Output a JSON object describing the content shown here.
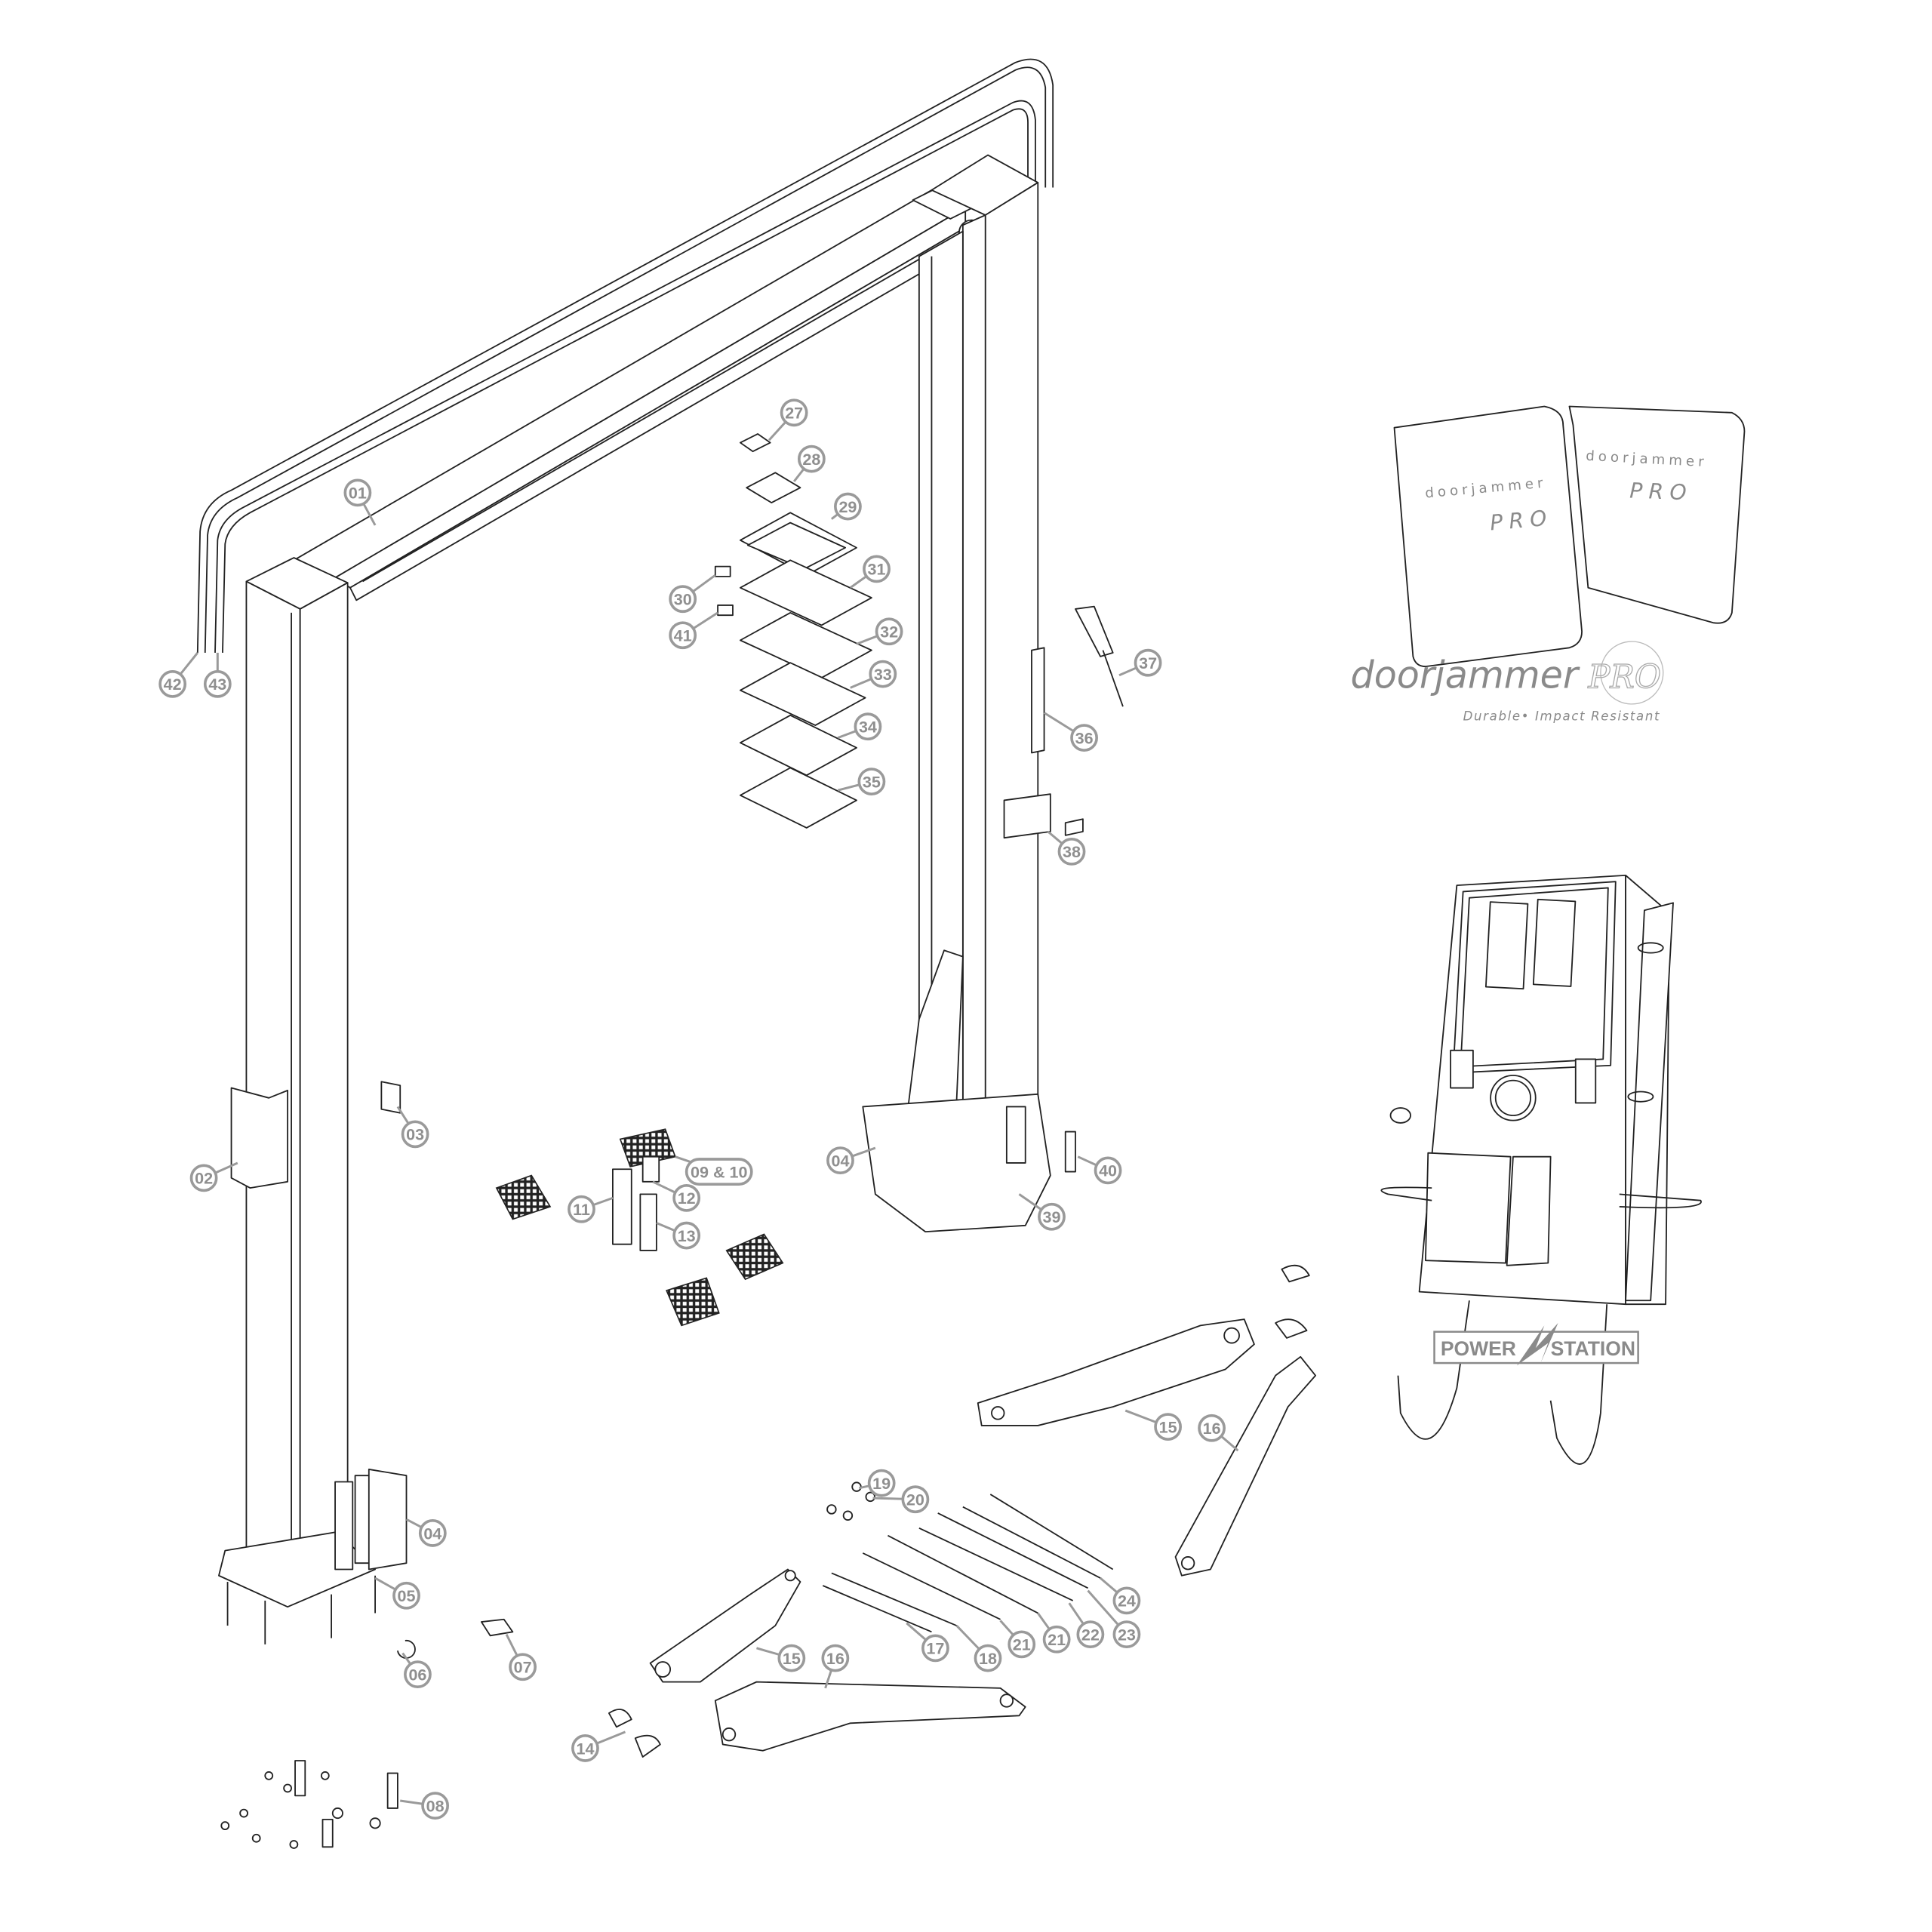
{
  "diagram": {
    "type": "exploded parts diagram",
    "callouts": [
      "01",
      "02",
      "03",
      "04",
      "04",
      "05",
      "06",
      "07",
      "08",
      "09 & 10",
      "11",
      "12",
      "13",
      "14",
      "15",
      "15",
      "16",
      "16",
      "17",
      "18",
      "19",
      "20",
      "21",
      "21",
      "22",
      "23",
      "24",
      "27",
      "28",
      "29",
      "30",
      "31",
      "32",
      "33",
      "34",
      "35",
      "36",
      "37",
      "38",
      "39",
      "40",
      "41",
      "42",
      "43"
    ]
  },
  "doorjammer": {
    "cover_word": "doorjammer",
    "cover_pro": "PRO",
    "logo_word": "doorjammer",
    "logo_pro": "PRO",
    "tagline": "Durable• Impact Resistant"
  },
  "powerstation": {
    "logo_left": "POWER",
    "logo_right": "STATION"
  },
  "colors": {
    "line": "#222222",
    "callout": "#9a9a9a",
    "brand": "#8a8a8a"
  }
}
